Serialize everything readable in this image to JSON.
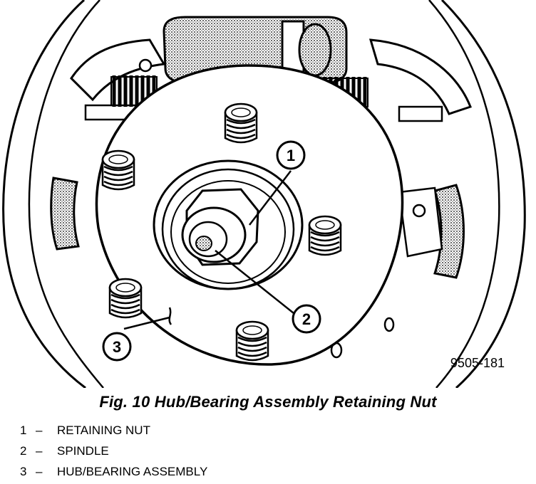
{
  "figure": {
    "code": "9505-181",
    "callouts": [
      {
        "number": "1"
      },
      {
        "number": "2"
      },
      {
        "number": "3"
      }
    ]
  },
  "caption": "Fig. 10 Hub/Bearing Assembly Retaining Nut",
  "legend": [
    {
      "number": "1",
      "separator": "–",
      "label": "RETAINING NUT"
    },
    {
      "number": "2",
      "separator": "–",
      "label": "SPINDLE"
    },
    {
      "number": "3",
      "separator": "–",
      "label": "HUB/BEARING ASSEMBLY"
    }
  ]
}
